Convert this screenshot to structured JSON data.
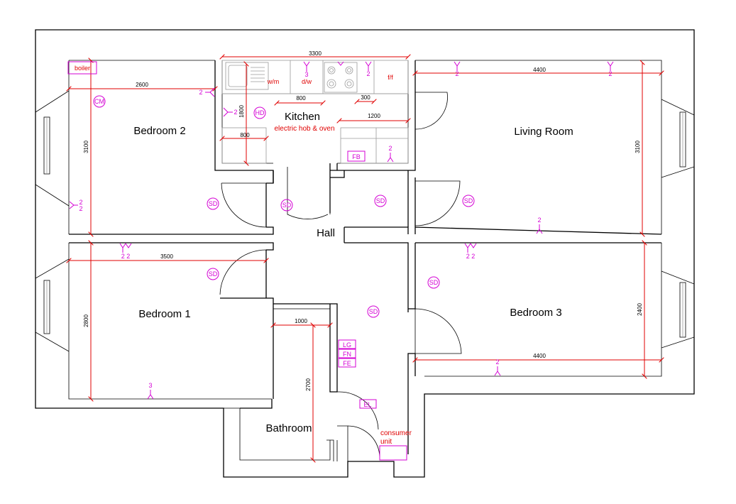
{
  "rooms": {
    "kitchen": "Kitchen",
    "kitchen_note": "electric hob & oven",
    "living": "Living Room",
    "bedroom2": "Bedroom 2",
    "bedroom1": "Bedroom 1",
    "bedroom3": "Bedroom 3",
    "hall": "Hall",
    "bathroom": "Bathroom"
  },
  "dimensions": {
    "kitchen_width": "3300",
    "kitchen_depth": "1800",
    "kitchen_unit_a": "800",
    "kitchen_unit_b": "800",
    "kitchen_unit_c": "300",
    "kitchen_unit_d": "1200",
    "living_width": "4400",
    "living_depth": "3100",
    "bed2_width": "2600",
    "bed2_depth": "3100",
    "bed1_width": "3500",
    "bed1_depth": "2800",
    "bed3_width": "4400",
    "bed3_depth": "2400",
    "bath_width": "1000",
    "bath_depth": "2700"
  },
  "appliances": {
    "washing_machine": "w/m",
    "dishwasher": "d/w",
    "fridge_freezer": "f/f",
    "boiler": "boiler",
    "consumer_unit_line1": "consumer",
    "consumer_unit_line2": "unit"
  },
  "symbols": {
    "smoke_detector": "SD",
    "carbon_monoxide": "CM",
    "heat_detector": "HD",
    "fire_blanket": "FB",
    "lg": "LG",
    "fn": "FN",
    "fe": "FE",
    "el": "EL",
    "socket_two": "2",
    "socket_three": "3",
    "socket_double": "2 2"
  },
  "colors": {
    "walls": "#000000",
    "dimension_lines": "#e00000",
    "electrical_symbols": "#d400d4"
  }
}
